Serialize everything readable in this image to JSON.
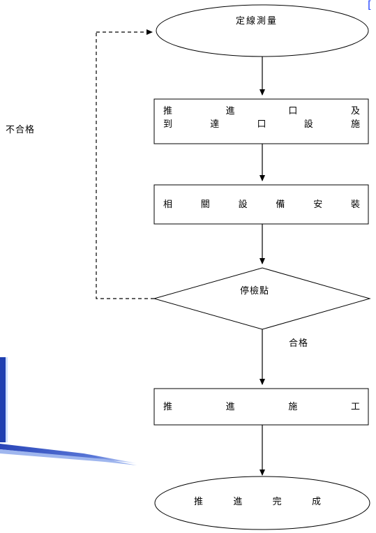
{
  "colors": {
    "stroke": "#000000",
    "deco_blue": "#1f3fb0",
    "deco_light": "#cfe0ff",
    "corner_mark": "#1a3cff"
  },
  "corner_mark": "[",
  "nodes": {
    "start": "定線測量",
    "step1_line1": [
      "推",
      "進",
      "口",
      "及"
    ],
    "step1_line2": [
      "到",
      "達",
      "口",
      "設",
      "施"
    ],
    "step2": [
      "相",
      "關",
      "設",
      "備",
      "安",
      "裝"
    ],
    "decision": "停檢點",
    "step3": [
      "推",
      "進",
      "施",
      "工"
    ],
    "end": [
      "推",
      "進",
      "完",
      "成"
    ]
  },
  "edge_labels": {
    "fail": "不合格",
    "pass": "合格"
  }
}
